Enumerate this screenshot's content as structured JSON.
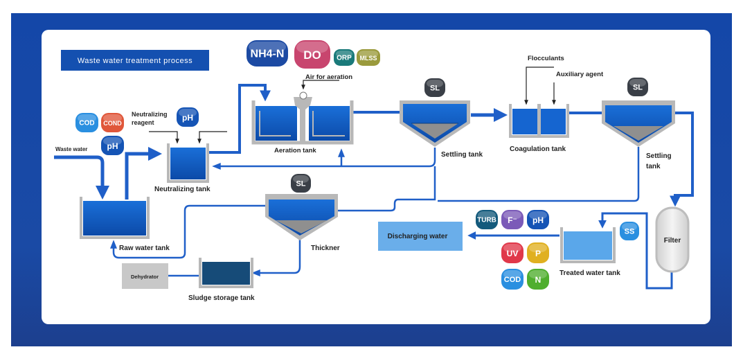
{
  "title": "Waste water treatment process",
  "colors": {
    "frame": "#1447a8",
    "pipe": "#1f5fc8",
    "water": "#1565d0",
    "water_dark": "#0d4fae",
    "treated_water": "#5aa7ea",
    "discharge_box": "#6aaeea",
    "tank_wall": "#b5b5b5",
    "sludge": "#8f8f8f",
    "sludge_storage": "#164b78",
    "dehydrator": "#c8c8c8"
  },
  "labels": {
    "waste_water": "Waste water",
    "neutralizing_reagent_line1": "Neutralizing",
    "neutralizing_reagent_line2": "reagent",
    "neutralizing_tank": "Neutralizing tank",
    "raw_water_tank": "Raw water tank",
    "air_for_aeration": "Air for aeration",
    "aeration_tank": "Aeration tank",
    "settling_tank_1": "Settling tank",
    "flocculants": "Flocculants",
    "auxiliary_agent": "Auxiliary agent",
    "coagulation_tank": "Coagulation tank",
    "settling_tank_2_line1": "Settling",
    "settling_tank_2_line2": "tank",
    "thickner": "Thickner",
    "dehydrator": "Dehydrator",
    "sludge_storage_tank": "Sludge storage tank",
    "discharging_water": "Discharging water",
    "filter": "Filter",
    "treated_water_tank": "Treated water tank"
  },
  "sensors": {
    "raw_cod": {
      "text": "COD",
      "color": "#2a8fe0"
    },
    "raw_cond": {
      "text": "COND",
      "color": "#e0573a"
    },
    "raw_ph": {
      "text": "pH",
      "color": "#1554b5"
    },
    "neutral_ph": {
      "text": "pH",
      "color": "#1554b5"
    },
    "aeration_nh4n": {
      "text": "NH4-N",
      "color": "#1c4aa3"
    },
    "aeration_do": {
      "text": "DO",
      "color": "#c8456e"
    },
    "aeration_orp": {
      "text": "ORP",
      "color": "#1a7a7a"
    },
    "aeration_mlss": {
      "text": "MLSS",
      "color": "#9a9a3c"
    },
    "settling1_sl": {
      "text": "SL",
      "color": "#3a3f47"
    },
    "settling2_sl": {
      "text": "SL",
      "color": "#3a3f47"
    },
    "thickner_sl": {
      "text": "SL",
      "color": "#3a3f47"
    },
    "treated_turb": {
      "text": "TURB",
      "color": "#145a7c"
    },
    "treated_f": {
      "text": "F⁻",
      "color": "#7b5ab8"
    },
    "treated_ph": {
      "text": "pH",
      "color": "#1554b5"
    },
    "treated_uv": {
      "text": "UV",
      "color": "#e0384a"
    },
    "treated_p": {
      "text": "P",
      "color": "#e0b020"
    },
    "treated_cod": {
      "text": "COD",
      "color": "#2a8fe0"
    },
    "treated_n": {
      "text": "N",
      "color": "#4fae2e"
    },
    "treated_ss": {
      "text": "SS",
      "color": "#2a8fe0"
    }
  }
}
